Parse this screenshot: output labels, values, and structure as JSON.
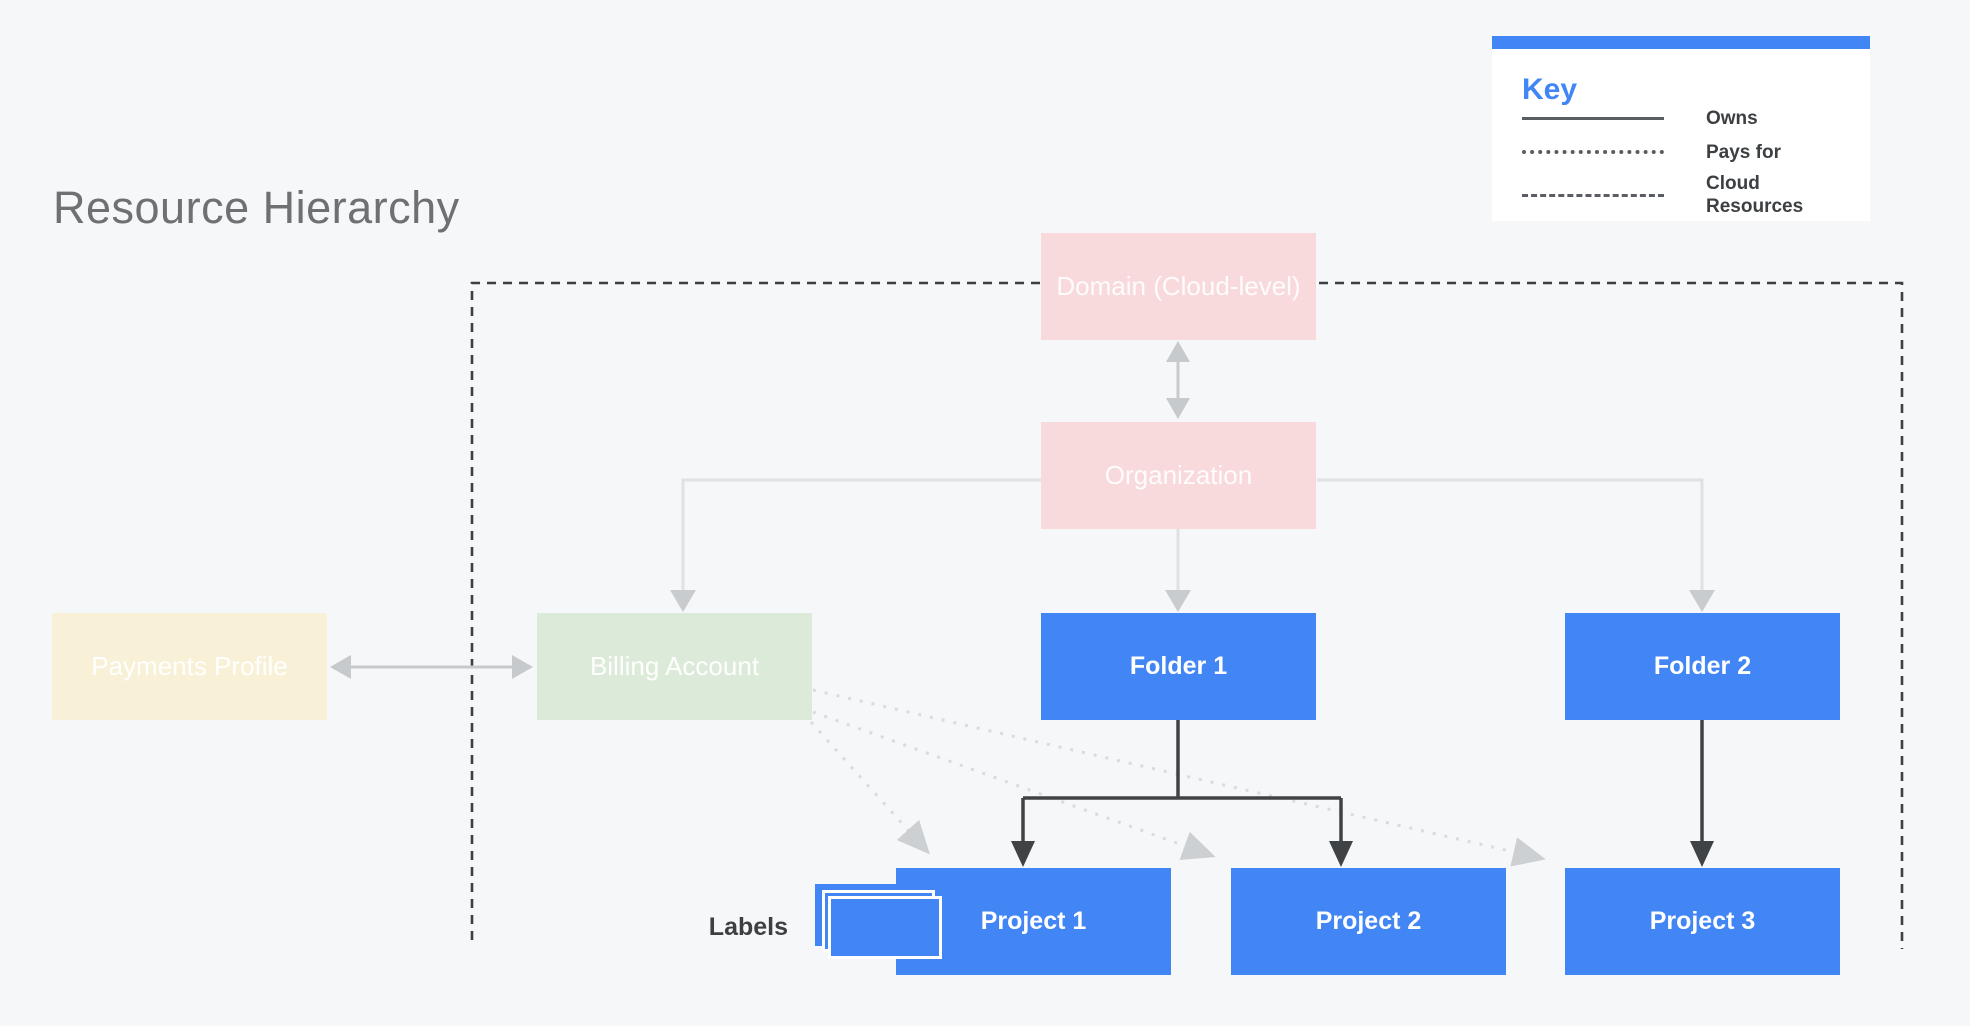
{
  "page": {
    "title": "Resource Hierarchy"
  },
  "legend": {
    "title": "Key",
    "items": [
      {
        "style": "solid",
        "label": "Owns"
      },
      {
        "style": "dotted",
        "label": "Pays for"
      },
      {
        "style": "dashed",
        "label": "Cloud Resources"
      }
    ]
  },
  "nodes": {
    "domain": {
      "label": "Domain (Cloud-level)",
      "color": "#f8d9dc"
    },
    "organization": {
      "label": "Organization",
      "color": "#f8d9dc"
    },
    "payments_profile": {
      "label": "Payments Profile",
      "color": "#f8f0d7"
    },
    "billing_account": {
      "label": "Billing Account",
      "color": "#dcead9"
    },
    "folder1": {
      "label": "Folder 1",
      "color": "#4285f4"
    },
    "folder2": {
      "label": "Folder 2",
      "color": "#4285f4"
    },
    "project1": {
      "label": "Project 1",
      "color": "#4285f4"
    },
    "project2": {
      "label": "Project 2",
      "color": "#4285f4"
    },
    "project3": {
      "label": "Project 3",
      "color": "#4285f4"
    }
  },
  "annotations": {
    "labels_caption": "Labels"
  },
  "edges": [
    {
      "from": "Domain (Cloud-level)",
      "to": "Organization",
      "type": "owns",
      "bidirectional": true
    },
    {
      "from": "Organization",
      "to": "Billing Account",
      "type": "owns"
    },
    {
      "from": "Organization",
      "to": "Folder 1",
      "type": "owns"
    },
    {
      "from": "Organization",
      "to": "Folder 2",
      "type": "owns"
    },
    {
      "from": "Payments Profile",
      "to": "Billing Account",
      "type": "owns",
      "bidirectional": true
    },
    {
      "from": "Billing Account",
      "to": "Project 1",
      "type": "pays_for"
    },
    {
      "from": "Billing Account",
      "to": "Project 2",
      "type": "pays_for"
    },
    {
      "from": "Billing Account",
      "to": "Project 3",
      "type": "pays_for"
    },
    {
      "from": "Folder 1",
      "to": "Project 1",
      "type": "owns"
    },
    {
      "from": "Folder 1",
      "to": "Project 2",
      "type": "owns"
    },
    {
      "from": "Folder 2",
      "to": "Project 3",
      "type": "owns"
    }
  ],
  "colors": {
    "background": "#f5f7f9",
    "accent_blue": "#4285f4",
    "pink": "#f8d9dc",
    "green": "#dcead9",
    "cream": "#f8f0d7",
    "dark_line": "#3f4346",
    "gray_line": "#dfe1e3",
    "gray_arrow": "#c7cacc",
    "dotted_line": "#d9dbdd",
    "boundary_dash": "#3c4043"
  }
}
